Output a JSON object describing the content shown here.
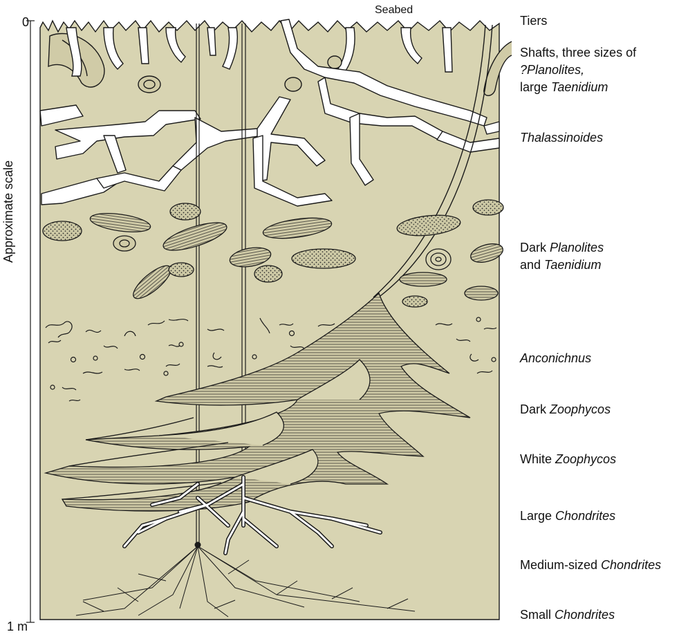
{
  "scale": {
    "top_label": "0",
    "bottom_label": "1 m",
    "axis_label": "Approximate scale"
  },
  "seabed_label": "Seabed",
  "tiers": [
    {
      "pre": "Tiers",
      "it": "",
      "post": ""
    },
    {
      "pre": "Shafts, three sizes of",
      "it": "",
      "post": ""
    },
    {
      "pre": "",
      "it": "?Planolites,",
      "post": ""
    },
    {
      "pre": "large ",
      "it": "Taenidium",
      "post": ""
    },
    {
      "pre": "",
      "it": "Thalassinoides",
      "post": ""
    },
    {
      "pre": "Dark ",
      "it": "Planolites",
      "post": ""
    },
    {
      "pre": "and ",
      "it": "Taenidium",
      "post": ""
    },
    {
      "pre": "",
      "it": "Anconichnus",
      "post": ""
    },
    {
      "pre": "Dark ",
      "it": "Zoophycos",
      "post": ""
    },
    {
      "pre": "White ",
      "it": "Zoophycos",
      "post": ""
    },
    {
      "pre": "Large ",
      "it": "Chondrites",
      "post": ""
    },
    {
      "pre": "Medium-sized ",
      "it": "Chondrites",
      "post": ""
    },
    {
      "pre": "Small ",
      "it": "Chondrites",
      "post": ""
    }
  ],
  "colors": {
    "sediment": "#d8d4b2",
    "burrow_fill": "#ffffff",
    "ink": "#1a1a1a"
  }
}
